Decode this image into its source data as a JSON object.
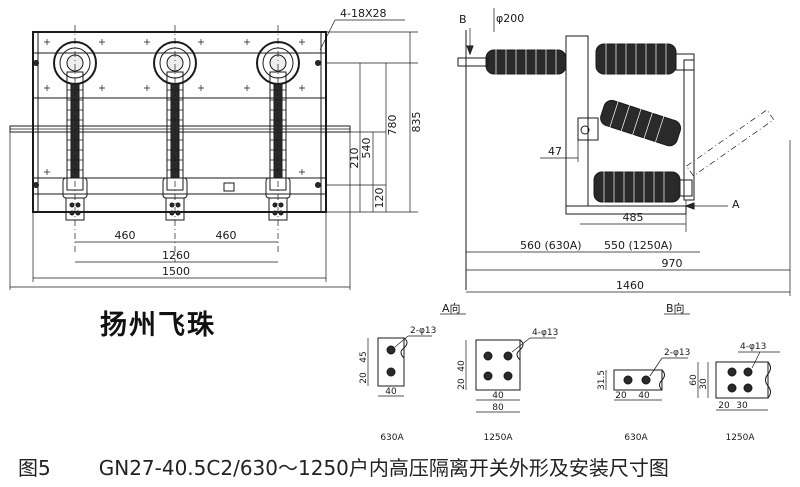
{
  "front_view": {
    "hole_label": "4-18X28",
    "dims": {
      "d540": "540",
      "d780": "780",
      "d835": "835",
      "d210": "210",
      "d120": "120",
      "d460_left": "460",
      "d460_right": "460",
      "d1260": "1260",
      "d1500": "1500"
    }
  },
  "side_view": {
    "view_b_marker": "B",
    "view_a_marker": "A",
    "diameter_label": "φ200",
    "dims": {
      "d47": "47",
      "d485": "485",
      "d560": "560 (630A)",
      "d550": "550 (1250A)",
      "d970": "970",
      "d1460": "1460"
    }
  },
  "brand": "扬州飞珠",
  "view_a": {
    "title": "A向",
    "left": {
      "holes": "2-φ13",
      "d45": "45",
      "d20": "20",
      "d40": "40",
      "current": "630A"
    },
    "right": {
      "holes": "4-φ13",
      "d40": "40",
      "d20": "20",
      "d40b": "40",
      "d80": "80",
      "current": "1250A"
    }
  },
  "view_b": {
    "title": "B向",
    "left": {
      "holes": "2-φ13",
      "d31_5": "31.5",
      "d20a": "20",
      "d40": "40",
      "current": "630A"
    },
    "right": {
      "holes": "4-φ13",
      "d60": "60",
      "d30": "30",
      "d20": "20",
      "d30b": "30",
      "current": "1250A"
    }
  },
  "caption": {
    "figure": "图5",
    "title": "GN27-40.5C2/630～1250户内高压隔离开关外形及安装尺寸图"
  }
}
